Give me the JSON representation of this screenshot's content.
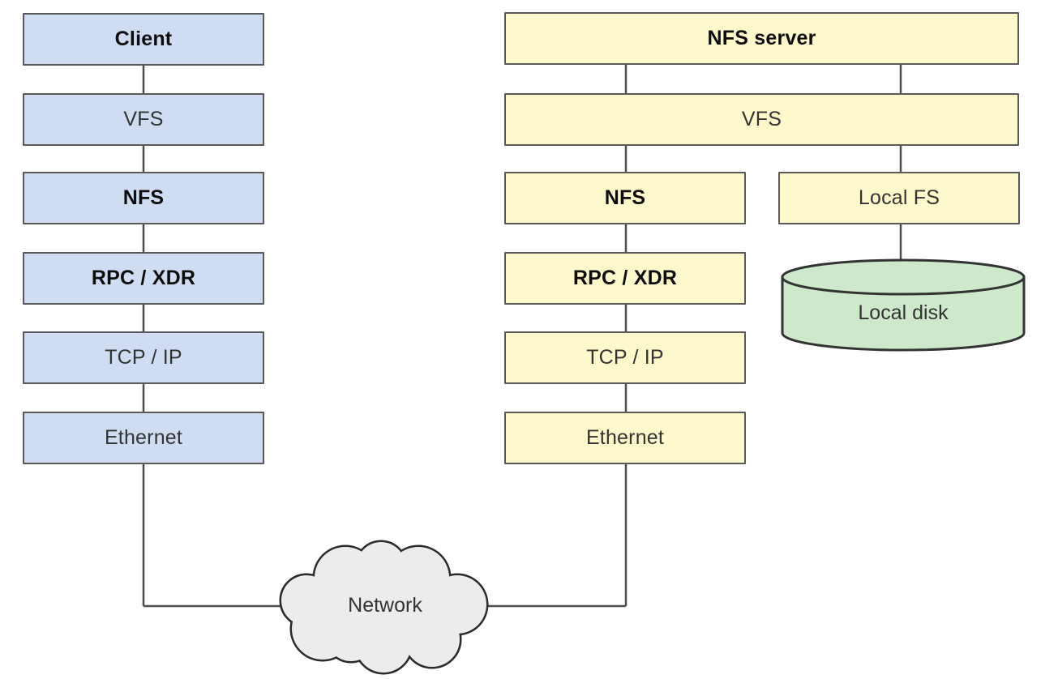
{
  "client": {
    "boxes": [
      {
        "label": "Client",
        "emphasis": "bold"
      },
      {
        "label": "VFS",
        "emphasis": "normal"
      },
      {
        "label": "NFS",
        "emphasis": "bold"
      },
      {
        "label": "RPC / XDR",
        "emphasis": "bold"
      },
      {
        "label": "TCP / IP",
        "emphasis": "normal"
      },
      {
        "label": "Ethernet",
        "emphasis": "normal"
      }
    ]
  },
  "server": {
    "boxes": [
      {
        "label": "NFS server",
        "emphasis": "bold"
      },
      {
        "label": "VFS",
        "emphasis": "normal"
      },
      {
        "label": "NFS",
        "emphasis": "bold"
      },
      {
        "label": "RPC / XDR",
        "emphasis": "bold"
      },
      {
        "label": "TCP / IP",
        "emphasis": "normal"
      },
      {
        "label": "Ethernet",
        "emphasis": "normal"
      }
    ],
    "local_fs": {
      "label": "Local FS"
    },
    "local_disk": {
      "label": "Local disk",
      "shape": "cylinder"
    }
  },
  "network": {
    "label": "Network",
    "shape": "cloud"
  },
  "colors": {
    "client_box_fill": "#cfdcf2",
    "server_box_fill": "#fdf9cc",
    "local_disk_fill": "#cee8cc",
    "cloud_fill": "#ececec",
    "box_border": "#595959",
    "connector_line": "#4d4d4d",
    "cloud_outline": "#2b2b2b",
    "shape_outline": "#333333"
  }
}
